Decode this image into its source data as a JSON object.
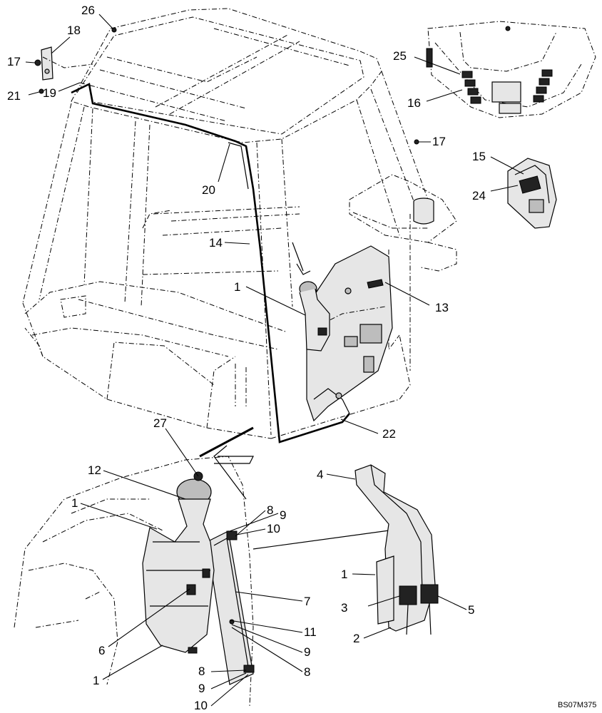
{
  "drawing_code": "BS07M375",
  "callouts": [
    {
      "id": "c26a",
      "text": "26"
    },
    {
      "id": "c18",
      "text": "18"
    },
    {
      "id": "c17a",
      "text": "17"
    },
    {
      "id": "c21",
      "text": "21"
    },
    {
      "id": "c19",
      "text": "19"
    },
    {
      "id": "c25",
      "text": "25"
    },
    {
      "id": "c16",
      "text": "16"
    },
    {
      "id": "c17b",
      "text": "17"
    },
    {
      "id": "c15",
      "text": "15"
    },
    {
      "id": "c24",
      "text": "24"
    },
    {
      "id": "c20",
      "text": "20"
    },
    {
      "id": "c14",
      "text": "14"
    },
    {
      "id": "c1a",
      "text": "1"
    },
    {
      "id": "c13",
      "text": "13"
    },
    {
      "id": "c22",
      "text": "22"
    },
    {
      "id": "c27",
      "text": "27"
    },
    {
      "id": "c12",
      "text": "12"
    },
    {
      "id": "c4",
      "text": "4"
    },
    {
      "id": "c1b",
      "text": "1"
    },
    {
      "id": "c8a",
      "text": "8"
    },
    {
      "id": "c9a",
      "text": "9"
    },
    {
      "id": "c10a",
      "text": "10"
    },
    {
      "id": "c7",
      "text": "7"
    },
    {
      "id": "c1c",
      "text": "1"
    },
    {
      "id": "c3",
      "text": "3"
    },
    {
      "id": "c5",
      "text": "5"
    },
    {
      "id": "c2",
      "text": "2"
    },
    {
      "id": "c6",
      "text": "6"
    },
    {
      "id": "c11",
      "text": "11"
    },
    {
      "id": "c9b",
      "text": "9"
    },
    {
      "id": "c8b",
      "text": "8"
    },
    {
      "id": "c1d",
      "text": "1"
    },
    {
      "id": "c8c",
      "text": "8"
    },
    {
      "id": "c9c",
      "text": "9"
    },
    {
      "id": "c10b",
      "text": "10"
    }
  ]
}
